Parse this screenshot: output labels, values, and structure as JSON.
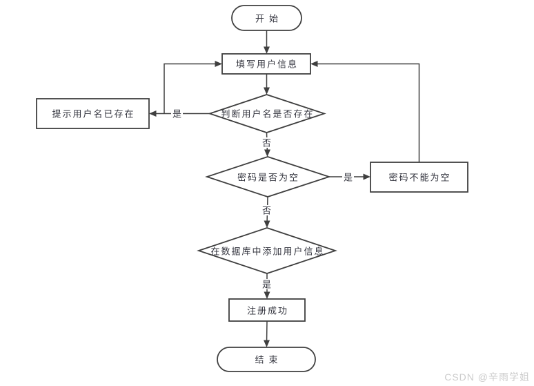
{
  "nodes": {
    "start": {
      "label": "开始",
      "type": "terminator"
    },
    "fill_info": {
      "label": "填写用户信息",
      "type": "process"
    },
    "check_username": {
      "label": "判断用户名是否存在",
      "type": "decision"
    },
    "prompt_exists": {
      "label": "提示用户名已存在",
      "type": "process"
    },
    "password_empty": {
      "label": "密码是否为空",
      "type": "decision"
    },
    "password_required": {
      "label": "密码不能为空",
      "type": "process"
    },
    "add_to_database": {
      "label": "在数据库中添加用户信息",
      "type": "decision"
    },
    "register_success": {
      "label": "注册成功",
      "type": "process"
    },
    "end": {
      "label": "结束",
      "type": "terminator"
    }
  },
  "edges": {
    "check_username_yes": "是",
    "check_username_no": "否",
    "password_empty_yes": "是",
    "password_empty_no": "否",
    "add_to_database_yes": "是"
  },
  "watermark": {
    "text": "CSDN @辛雨学姐"
  },
  "colors": {
    "stroke": "#3f3f3f",
    "text": "#33343e",
    "background": "#ffffff",
    "watermark": "#cccccc"
  }
}
